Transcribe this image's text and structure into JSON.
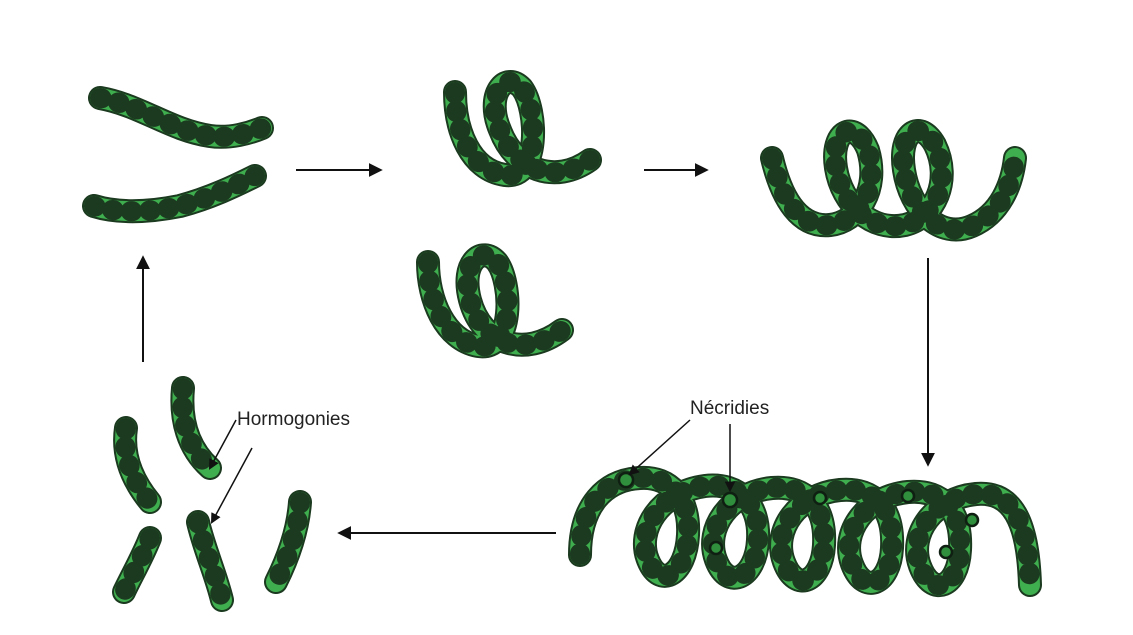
{
  "labels": {
    "hormogonies": "Hormogonies",
    "necridies": "Nécridies"
  },
  "colors": {
    "filament_fill": "#3fae4e",
    "filament_outline": "#1b3a1f",
    "cell_wall": "#1b3a1f",
    "arrow": "#111111",
    "background": "#ffffff"
  },
  "stages": [
    {
      "id": "straight-filaments",
      "filament_count": 2
    },
    {
      "id": "curling-filaments",
      "filament_count": 2
    },
    {
      "id": "coiling-filament",
      "filament_count": 1
    },
    {
      "id": "spiral-filament-with-necridia",
      "filament_count": 1
    },
    {
      "id": "hormogonia-fragments",
      "filament_count": 5
    }
  ]
}
